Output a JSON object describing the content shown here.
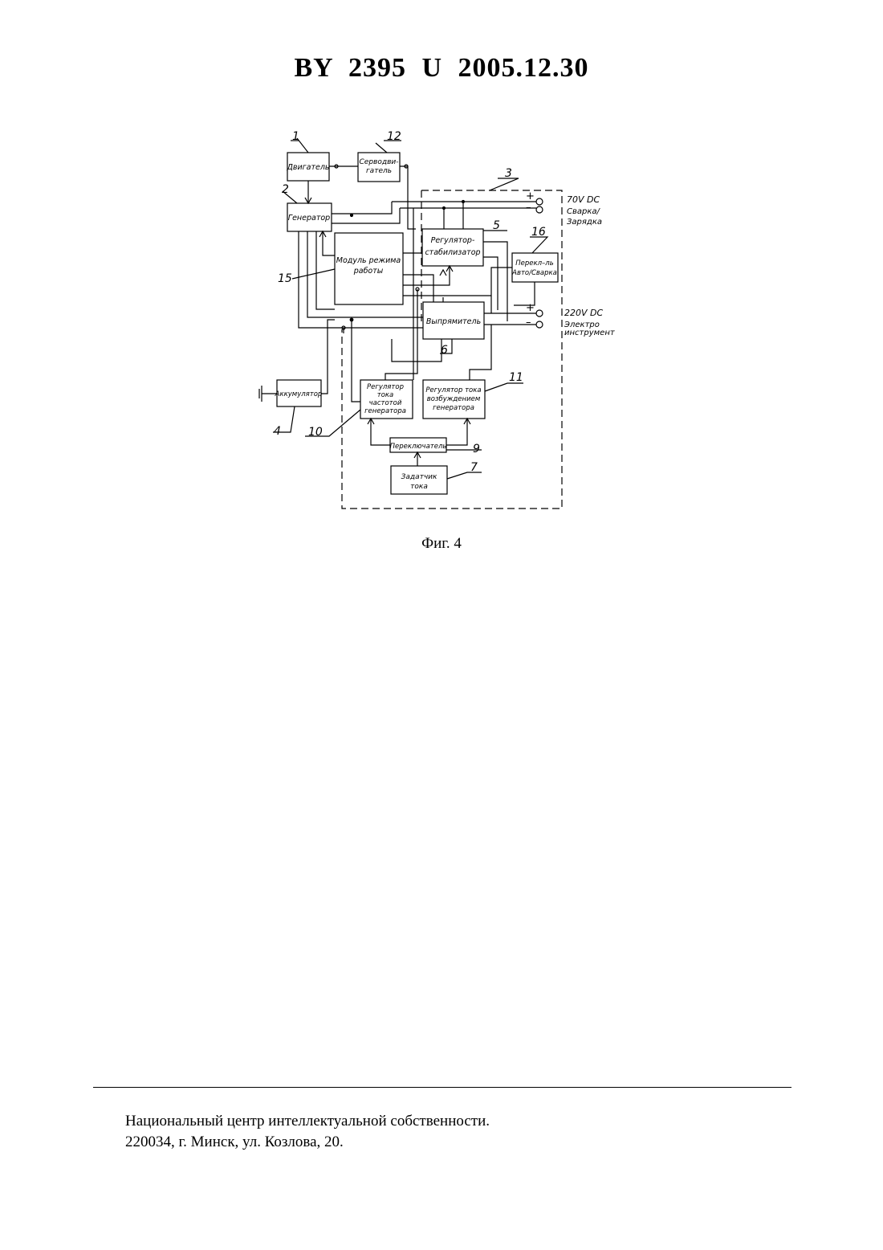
{
  "header": {
    "title": "BY  2395  U  2005.12.30"
  },
  "figure": {
    "caption": "Фиг. 4",
    "blocks": {
      "engine": "Двигатель",
      "servo_line1": "Серводви-",
      "servo_line2": "гатель",
      "generator": "Генератор",
      "mode_line1": "Модуль режима",
      "mode_line2": "работы",
      "regstab_line1": "Регулятор-",
      "regstab_line2": "стабилизатор",
      "switch16_line1": "Перекл–ль",
      "switch16_line2": "Авто/Сварка",
      "rectifier": "Выпрямитель",
      "battery": "Аккумулятор",
      "freq_reg_line1": "Регулятор",
      "freq_reg_line2": "тока",
      "freq_reg_line3": "частотой",
      "freq_reg_line4": "генератора",
      "exc_reg_line1": "Регулятор тока",
      "exc_reg_line2": "возбуждением",
      "exc_reg_line3": "генератора",
      "selector": "Переключатель",
      "setter_line1": "Задатчик",
      "setter_line2": "тока"
    },
    "outputs": {
      "out70": "70V DC",
      "out70_line1": "Сварка/",
      "out70_line2": "Зарядка",
      "out220": "220V DC",
      "out220_line1": "Электро",
      "out220_line2": "инструмент",
      "plus": "+",
      "minus": "–"
    },
    "refs": {
      "r1": "1",
      "r2": "2",
      "r3": "3",
      "r4": "4",
      "r5": "5",
      "r6": "6",
      "r7": "7",
      "r9": "9",
      "r10": "10",
      "r11": "11",
      "r12": "12",
      "r15": "15",
      "r16": "16"
    }
  },
  "footer": {
    "line1": "Национальный центр интеллектуальной собственности.",
    "line2": "220034, г. Минск, ул. Козлова, 20."
  }
}
